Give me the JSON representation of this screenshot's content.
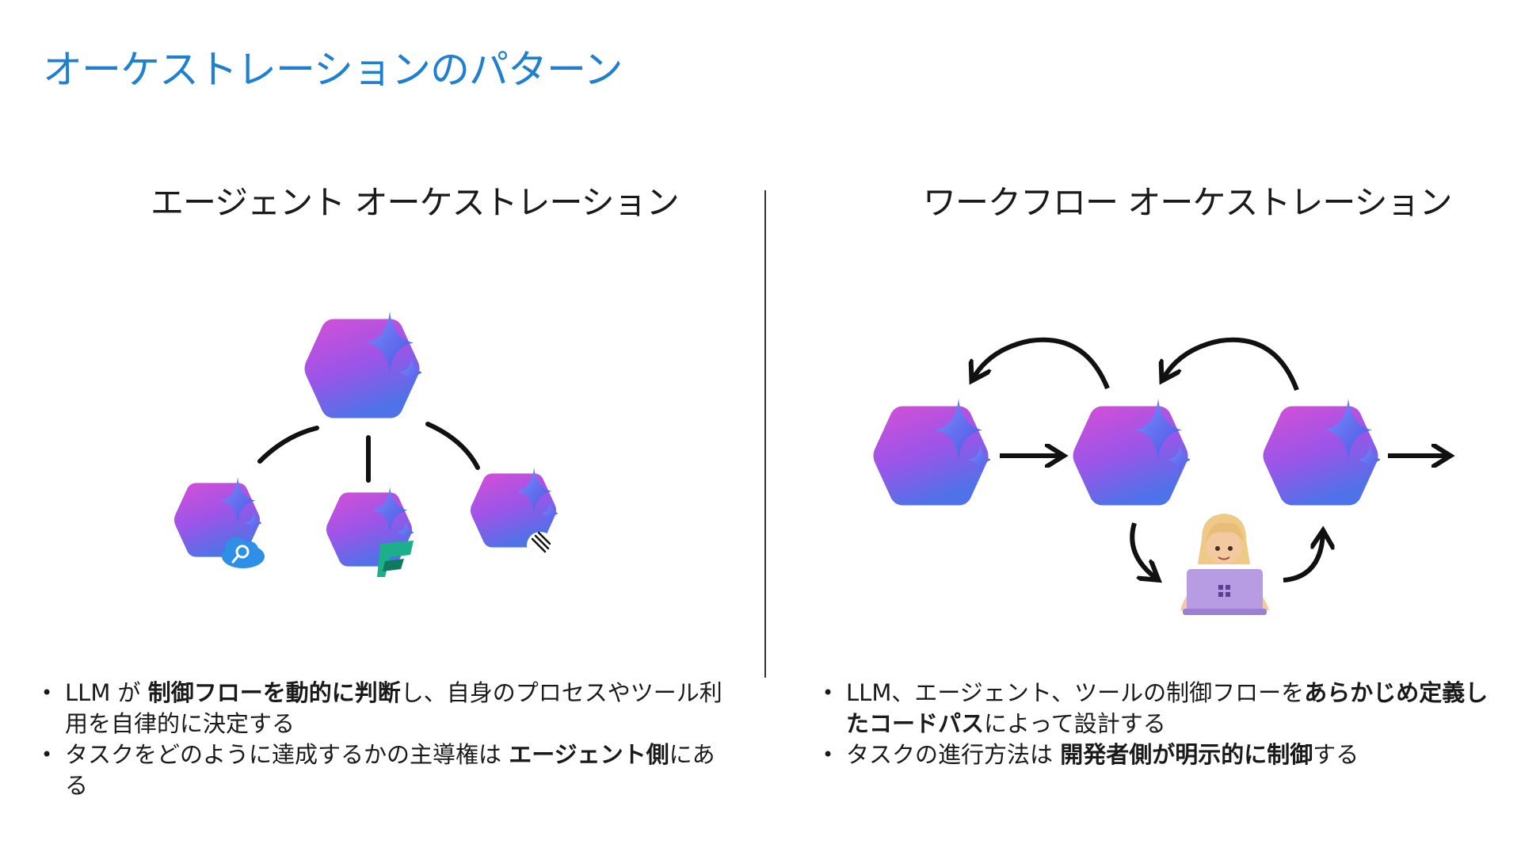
{
  "title": "オーケストレーションのパターン",
  "left": {
    "heading": "エージェント オーケストレーション",
    "bullets": [
      {
        "pre": "LLM が ",
        "bold": "制御フローを動的に判断",
        "post": "し、自身のプロセスやツール利用を自律的に決定する"
      },
      {
        "pre": "タスクをどのように達成するかの主導権は ",
        "bold": "エージェント側",
        "post": "にある"
      }
    ],
    "tool_icons": [
      "search-cloud-icon",
      "fabric-icon",
      "mcp-icon"
    ]
  },
  "right": {
    "heading": "ワークフロー オーケストレーション",
    "bullets": [
      {
        "pre": "LLM、エージェント、ツールの制御フローを",
        "bold": "あらかじめ定義したコードパス",
        "post": "によって設計する"
      },
      {
        "pre": "タスクの進行方法は ",
        "bold": "開発者側が明示的に制御",
        "post": "する"
      }
    ],
    "human_icon": "person-laptop-icon"
  },
  "colors": {
    "title": "#1f7fd0",
    "agent_top": "#d04bd8",
    "agent_bottom": "#4f6fe6",
    "sparkle": "#5a68f0"
  }
}
